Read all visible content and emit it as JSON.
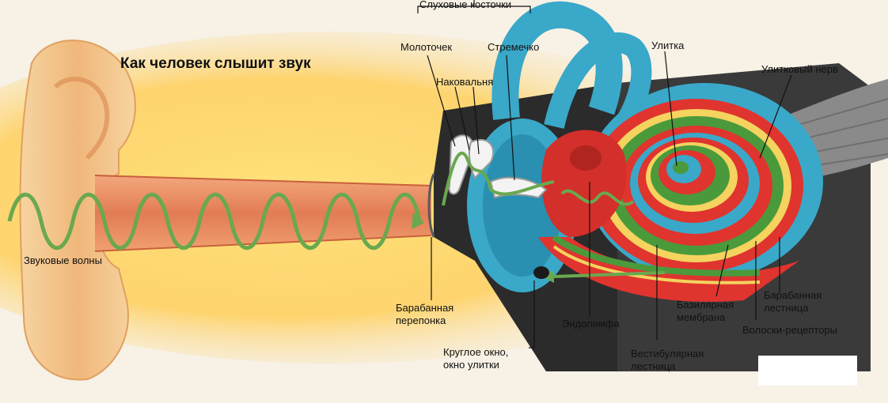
{
  "title": "Как человек слышит звук",
  "labels": {
    "ossicles": "Слуховые косточки",
    "malleus": "Молоточек",
    "incus": "Наковальня",
    "stapes": "Стремечко",
    "cochlea": "Улитка",
    "cochlear_nerve": "Улитковый нерв",
    "sound_waves": "Звуковые волны",
    "eardrum_1": "Барабанная",
    "eardrum_2": "перепонка",
    "round_window_1": "Круглое окно,",
    "round_window_2": "окно улитки",
    "endolymph": "Эндолимфа",
    "vestibular_1": "Вестибулярная",
    "vestibular_2": "лестница",
    "basilar_1": "Базилярная",
    "basilar_2": "мембрана",
    "tympanic_1": "Барабанная",
    "tympanic_2": "лестница",
    "hair_cells": "Волоски-рецепторы"
  },
  "colors": {
    "background": "#f7f1e6",
    "ear_skin": "#f2c58a",
    "ear_canal": "#e88a5e",
    "glow": "#ffd24a",
    "wave": "#6aa84f",
    "bone_blue": "#3aa8c8",
    "cochlea_red": "#e0342f",
    "cochlea_green": "#4a9a3c",
    "cochlea_yellow": "#f4d35e",
    "dark_housing": "#2a2a2a"
  }
}
